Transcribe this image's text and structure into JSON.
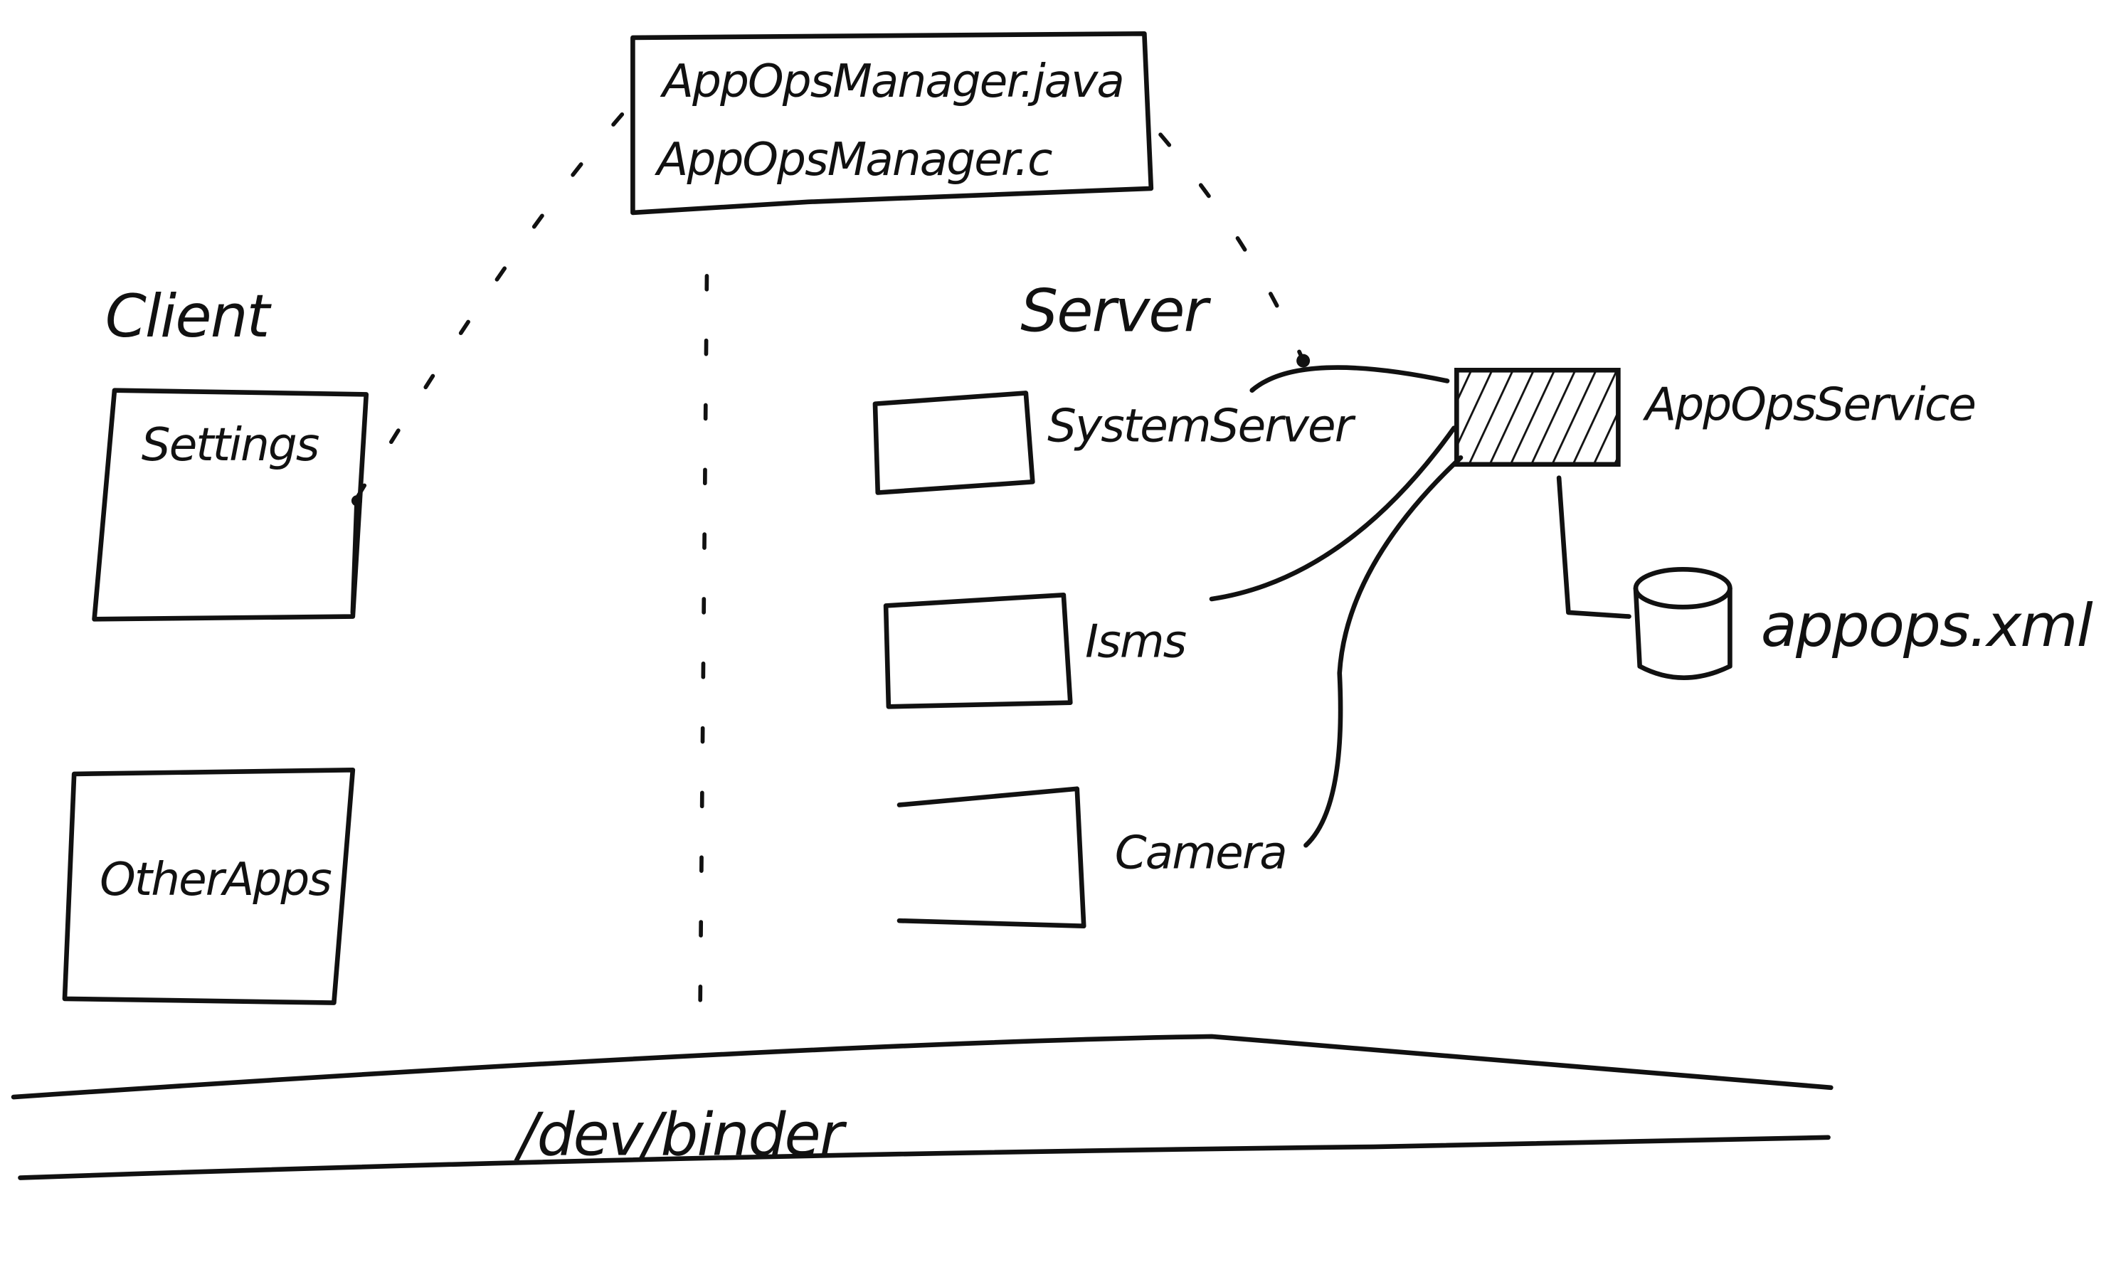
{
  "manager_box": {
    "line1": "AppOpsManager.java",
    "line2": "AppOpsManager.c"
  },
  "client": {
    "label": "Client",
    "settings": "Settings",
    "other_apps": "OtherApps"
  },
  "server": {
    "label": "Server",
    "system_server": "SystemServer",
    "isms": "Isms",
    "camera": "Camera"
  },
  "service": {
    "label": "AppOpsService",
    "storage": "appops.xml"
  },
  "bus": {
    "label": "/dev/binder"
  }
}
